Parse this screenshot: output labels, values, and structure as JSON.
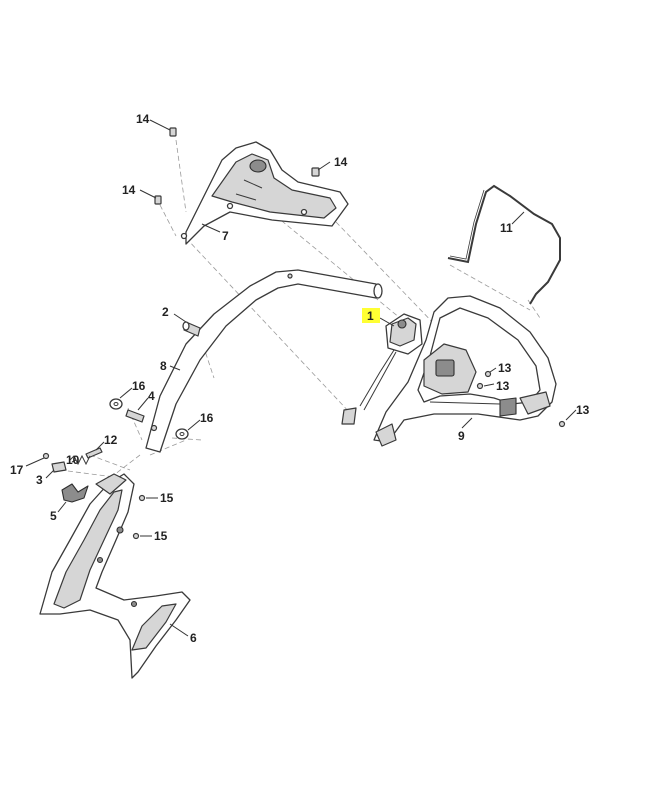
{
  "highlight_color": "#ffff33",
  "callouts": [
    {
      "id": "c14a",
      "text": "14",
      "highlight": false
    },
    {
      "id": "c14b",
      "text": "14",
      "highlight": false
    },
    {
      "id": "c14c",
      "text": "14",
      "highlight": false
    },
    {
      "id": "c7",
      "text": "7",
      "highlight": false
    },
    {
      "id": "c11",
      "text": "11",
      "highlight": false
    },
    {
      "id": "c2",
      "text": "2",
      "highlight": false
    },
    {
      "id": "c1",
      "text": "1",
      "highlight": true
    },
    {
      "id": "c8",
      "text": "8",
      "highlight": false
    },
    {
      "id": "c13a",
      "text": "13",
      "highlight": false
    },
    {
      "id": "c13b",
      "text": "13",
      "highlight": false
    },
    {
      "id": "c13c",
      "text": "13",
      "highlight": false
    },
    {
      "id": "c16a",
      "text": "16",
      "highlight": false
    },
    {
      "id": "c4",
      "text": "4",
      "highlight": false
    },
    {
      "id": "c16b",
      "text": "16",
      "highlight": false
    },
    {
      "id": "c9",
      "text": "9",
      "highlight": false
    },
    {
      "id": "c12",
      "text": "12",
      "highlight": false
    },
    {
      "id": "c17",
      "text": "17",
      "highlight": false
    },
    {
      "id": "c10",
      "text": "10",
      "highlight": false
    },
    {
      "id": "c3",
      "text": "3",
      "highlight": false
    },
    {
      "id": "c15a",
      "text": "15",
      "highlight": false
    },
    {
      "id": "c5",
      "text": "5",
      "highlight": false
    },
    {
      "id": "c15b",
      "text": "15",
      "highlight": false
    },
    {
      "id": "c6",
      "text": "6",
      "highlight": false
    }
  ]
}
